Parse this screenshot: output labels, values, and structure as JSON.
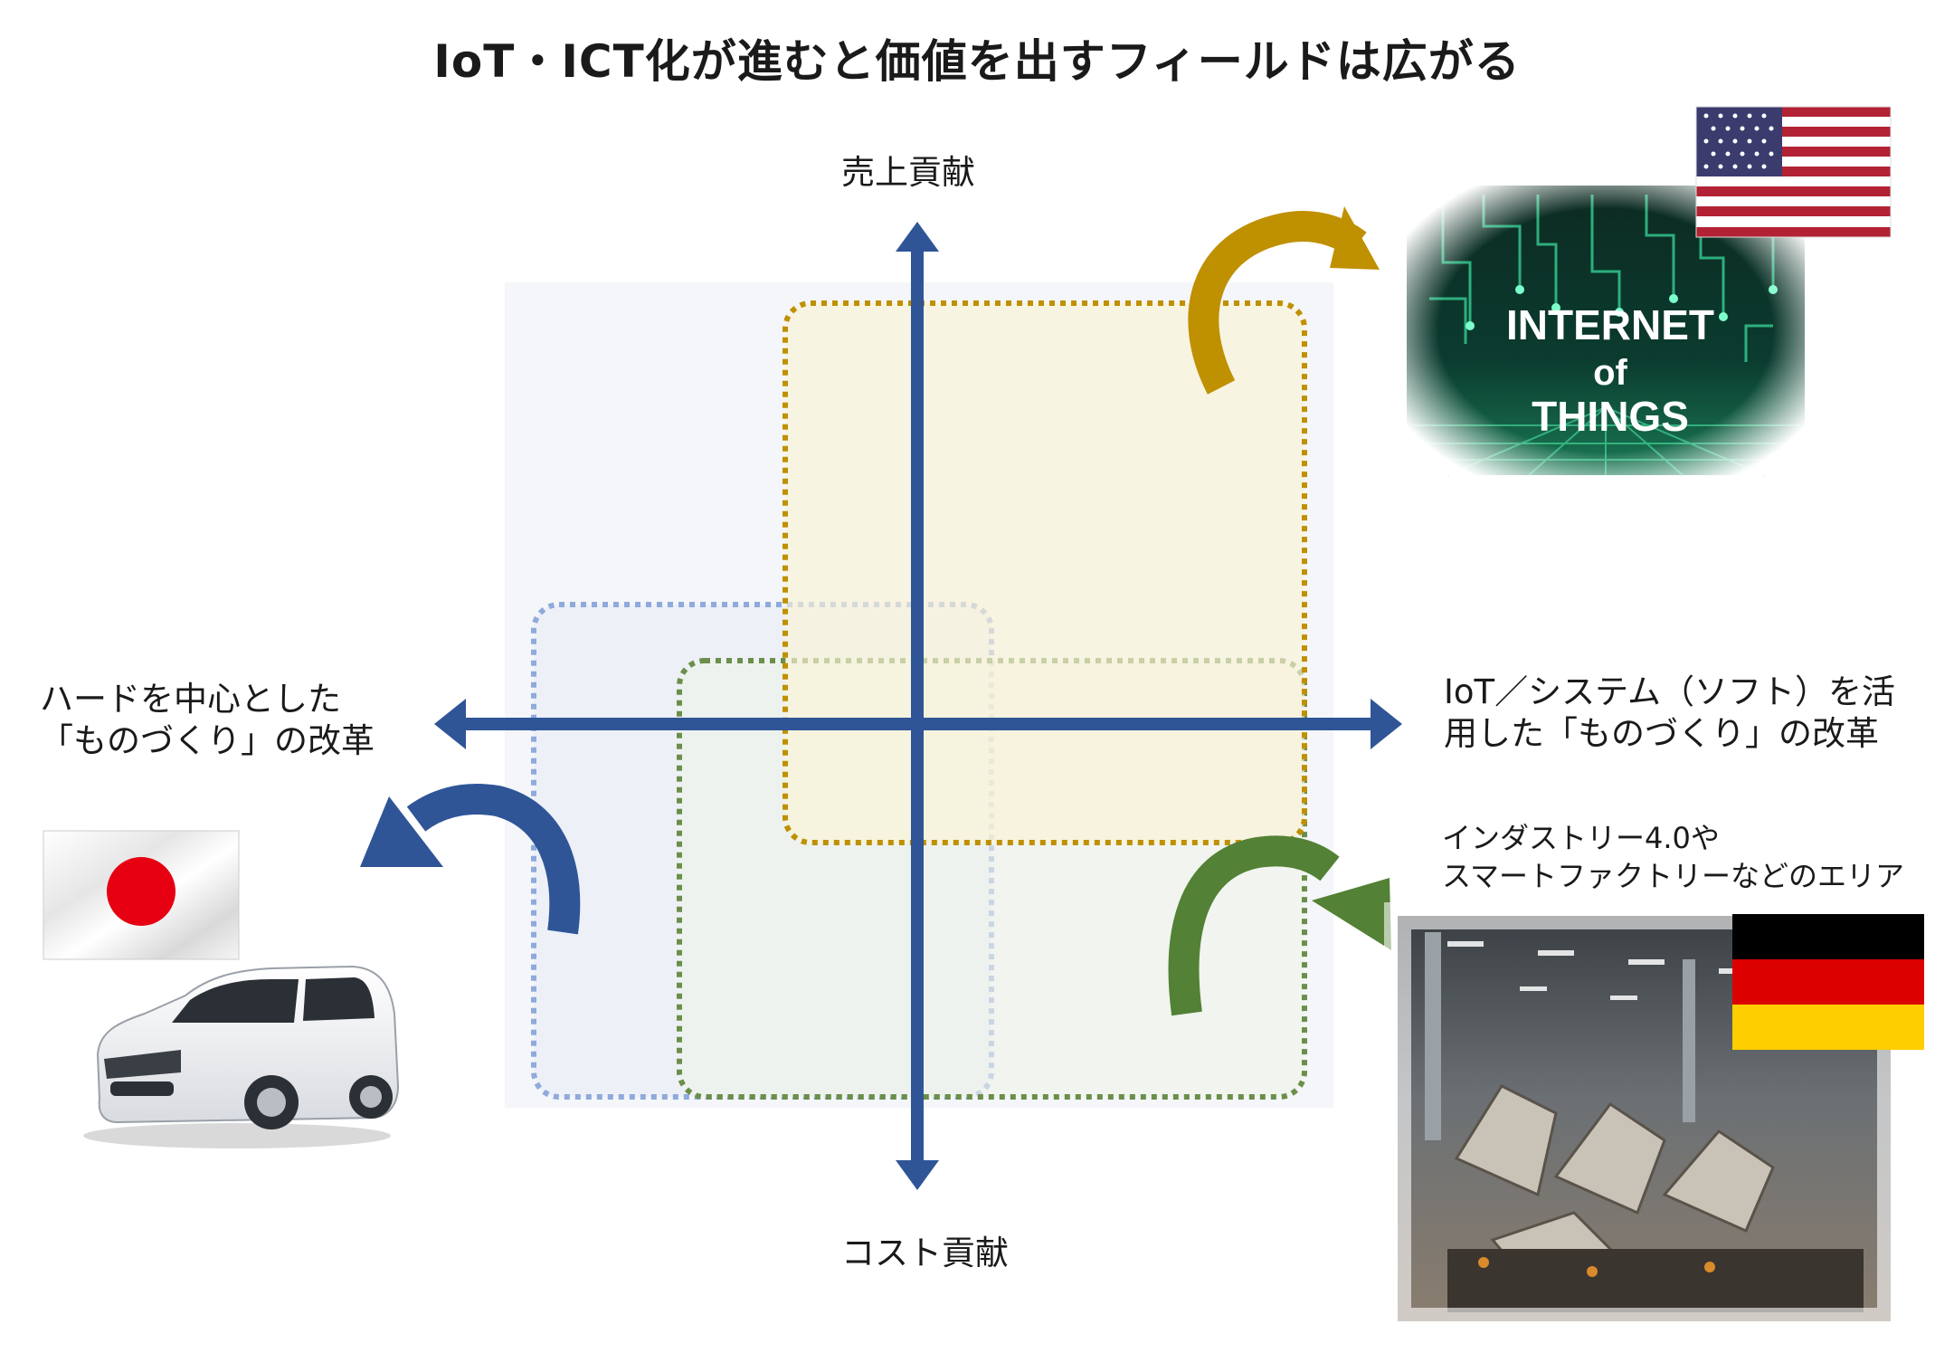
{
  "title": "IoT・ICT化が進むと価値を出すフィールドは広がる",
  "axes": {
    "top": "売上貢献",
    "bottom": "コスト貢献",
    "left_line1": "ハードを中心とした",
    "left_line2": "「ものづくり」の改革",
    "right_line1": "IoT／システム（ソフト）を活",
    "right_line2": "用した「ものづくり」の改革"
  },
  "industry_note": {
    "line1": "インダストリー4.0や",
    "line2": "スマートファクトリーなどのエリア"
  },
  "iot_image": {
    "line1": "INTERNET",
    "line2": "of",
    "line3": "THINGS"
  },
  "colors": {
    "axis": "#2f5597",
    "gold": "#bf9000",
    "green": "#538135",
    "blue_box": "#8faadc",
    "gold_fill": "#fbf2d5",
    "blue_fill": "#e9eef7",
    "green_fill": "#eef3e8",
    "panel": "#f4f6f9"
  },
  "icons": [
    "usa-flag-icon",
    "japan-flag-icon",
    "germany-flag-icon",
    "car-icon",
    "factory-image",
    "iot-circuit-image"
  ]
}
